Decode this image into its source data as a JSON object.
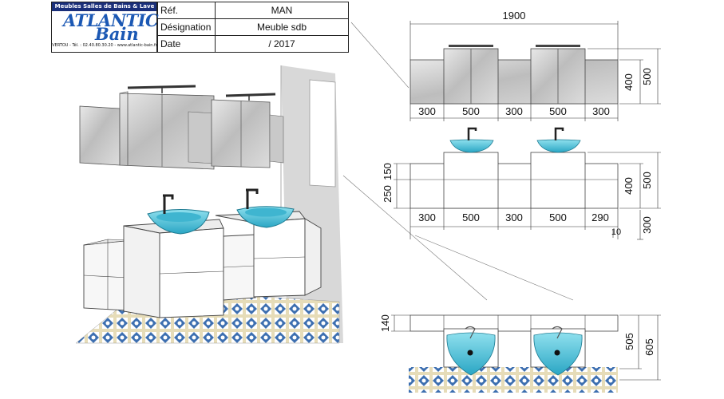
{
  "logo": {
    "tagline": "Meubles Salles de Bains & Lave mains",
    "brand_top": "ATLANTIC",
    "brand_bottom": "Bain",
    "contact": "VERTOU - Tél. : 02.40.80.30.20 - www.atlantic-bain.fr"
  },
  "title_block": [
    {
      "label": "Réf.",
      "value": "MAN"
    },
    {
      "label": "Désignation",
      "value": "Meuble sdb"
    },
    {
      "label": "Date",
      "value": "/ 2017"
    }
  ],
  "dimensions": {
    "overall_width": "1900",
    "mirror_segments": [
      "300",
      "500",
      "300",
      "500",
      "300"
    ],
    "mirror_height_inner": "400",
    "mirror_height_outer": "500",
    "vanity_segments": [
      "300",
      "500",
      "300",
      "500",
      "290"
    ],
    "vanity_side_gap": "10",
    "vanity_left_upper": "150",
    "vanity_left_lower": "250",
    "vanity_right_inner": "400",
    "vanity_right_outer": "500",
    "vanity_depth": "300",
    "plan_left": "140",
    "plan_right_inner": "505",
    "plan_right_outer": "605"
  },
  "colors": {
    "basin": "#5cc6dc",
    "basin_dark": "#2a8ea7",
    "mirror": "#cfcfcf",
    "line": "#222222",
    "tile_blue": "#3d6fb0",
    "tile_beige": "#e6dcb8"
  }
}
